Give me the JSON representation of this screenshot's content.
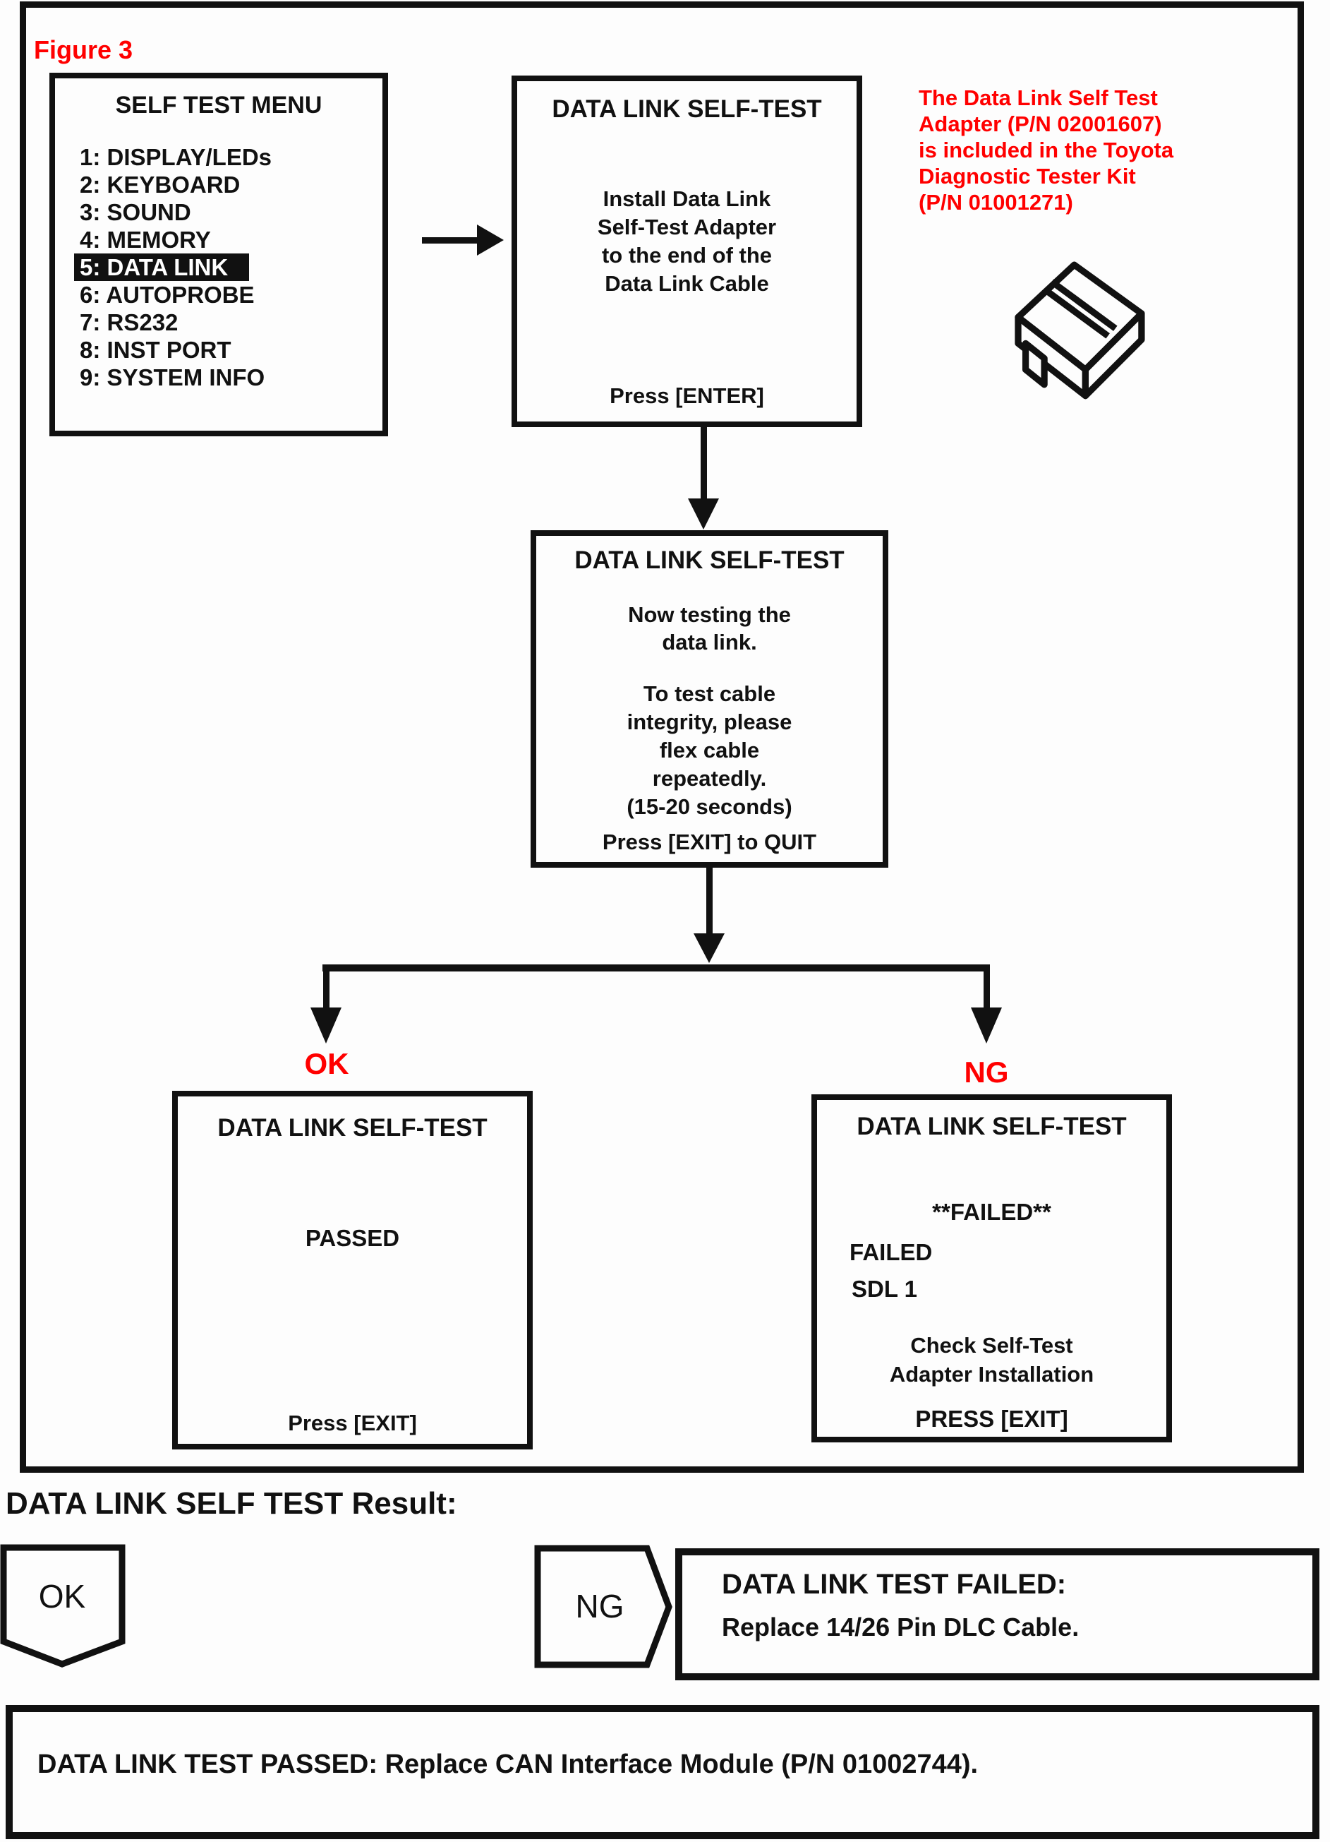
{
  "figure_label": "Figure 3",
  "colors": {
    "accent_red": "#FF0000",
    "ink": "#111111",
    "background": "#FDFDFD"
  },
  "menu": {
    "title": "SELF TEST MENU",
    "items": [
      "1: DISPLAY/LEDs",
      "2: KEYBOARD",
      "3: SOUND",
      "4: MEMORY",
      "5: DATA LINK",
      "6: AUTOPROBE",
      "7: RS232",
      "8: INST PORT",
      "9: SYSTEM INFO"
    ],
    "highlighted_item": "5: DATA LINK"
  },
  "install_screen": {
    "title": "DATA LINK SELF-TEST",
    "lines": [
      "Install Data Link",
      "Self-Test Adapter",
      "to the end of the",
      "Data Link Cable"
    ],
    "footer": "Press [ENTER]"
  },
  "adapter_note": {
    "lines": [
      "The Data Link Self Test",
      "Adapter (P/N 02001607)",
      "is included in the Toyota",
      "Diagnostic Tester Kit",
      "(P/N 01001271)"
    ]
  },
  "testing_screen": {
    "title": "DATA LINK SELF-TEST",
    "para1": [
      "Now testing the",
      "data link."
    ],
    "para2": [
      "To test cable",
      "integrity, please",
      "flex cable",
      "repeatedly.",
      "(15-20 seconds)"
    ],
    "footer": "Press [EXIT] to QUIT"
  },
  "branch": {
    "ok": "OK",
    "ng": "NG"
  },
  "passed_screen": {
    "title": "DATA LINK SELF-TEST",
    "status": "PASSED",
    "footer": "Press [EXIT]"
  },
  "failed_screen": {
    "title": "DATA LINK SELF-TEST",
    "banner": "**FAILED**",
    "detail1": "FAILED",
    "detail2": "SDL 1",
    "advice": [
      "Check Self-Test",
      "Adapter Installation"
    ],
    "footer": "PRESS [EXIT]"
  },
  "results": {
    "heading": "DATA LINK SELF TEST Result:",
    "ok_tag": "OK",
    "ng_tag": "NG",
    "failed": {
      "line1": "DATA LINK TEST FAILED:",
      "line2": "Replace 14/26 Pin DLC Cable."
    },
    "passed_text": "DATA LINK TEST PASSED: Replace CAN Interface Module (P/N 01002744)."
  }
}
